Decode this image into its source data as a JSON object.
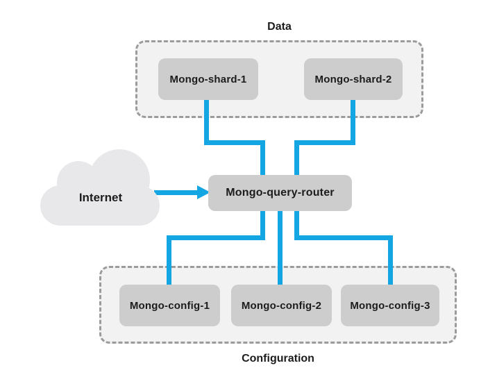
{
  "diagram": {
    "groups": {
      "data": {
        "label": "Data"
      },
      "configuration": {
        "label": "Configuration"
      }
    },
    "nodes": {
      "shard1": {
        "label": "Mongo-shard-1"
      },
      "shard2": {
        "label": "Mongo-shard-2"
      },
      "router": {
        "label": "Mongo-query-router"
      },
      "config1": {
        "label": "Mongo-config-1"
      },
      "config2": {
        "label": "Mongo-config-2"
      },
      "config3": {
        "label": "Mongo-config-3"
      }
    },
    "cloud": {
      "label": "Internet"
    },
    "connections": [
      {
        "from": "Internet",
        "to": "Mongo-query-router",
        "style": "arrow"
      },
      {
        "from": "Mongo-shard-1",
        "to": "Mongo-query-router",
        "style": "elbow"
      },
      {
        "from": "Mongo-shard-2",
        "to": "Mongo-query-router",
        "style": "elbow"
      },
      {
        "from": "Mongo-query-router",
        "to": "Mongo-config-1",
        "style": "elbow"
      },
      {
        "from": "Mongo-query-router",
        "to": "Mongo-config-2",
        "style": "straight"
      },
      {
        "from": "Mongo-query-router",
        "to": "Mongo-config-3",
        "style": "elbow"
      }
    ],
    "colors": {
      "connector": "#14a6e3",
      "node_fill": "#cdcdce",
      "group_fill": "#f2f2f3",
      "group_border": "#9b9b9b",
      "cloud_fill": "#e8e8ea",
      "text": "#1c1c1c",
      "background": "#ffffff"
    }
  }
}
